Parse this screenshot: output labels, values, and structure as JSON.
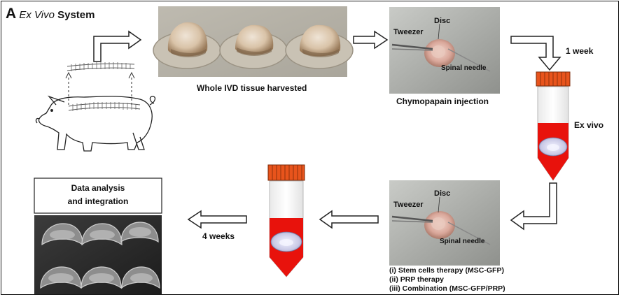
{
  "panel": {
    "letter": "A",
    "title_italic": "Ex Vivo",
    "title_rest": "System"
  },
  "captions": {
    "harvest": "Whole IVD tissue harvested",
    "injection": "Chymopapain injection",
    "one_week": "1 week",
    "ex_vivo": "Ex vivo",
    "four_weeks": "4 weeks"
  },
  "photo_labels": {
    "top": {
      "tweezer": "Tweezer",
      "disc": "Disc",
      "needle": "Spinal needle"
    },
    "bottom": {
      "tweezer": "Tweezer",
      "disc": "Disc",
      "needle": "Spinal needle"
    }
  },
  "data_box": {
    "line1": "Data analysis",
    "line2": "and integration"
  },
  "therapies": [
    "(i)  Stem cells therapy (MSC-GFP)",
    "(ii) PRP therapy",
    "(iii) Combination (MSC-GFP/PRP)"
  ],
  "colors": {
    "tube_red": "#e8120c",
    "cap_orange": "#e8541c",
    "arrow_stroke": "#222222"
  }
}
